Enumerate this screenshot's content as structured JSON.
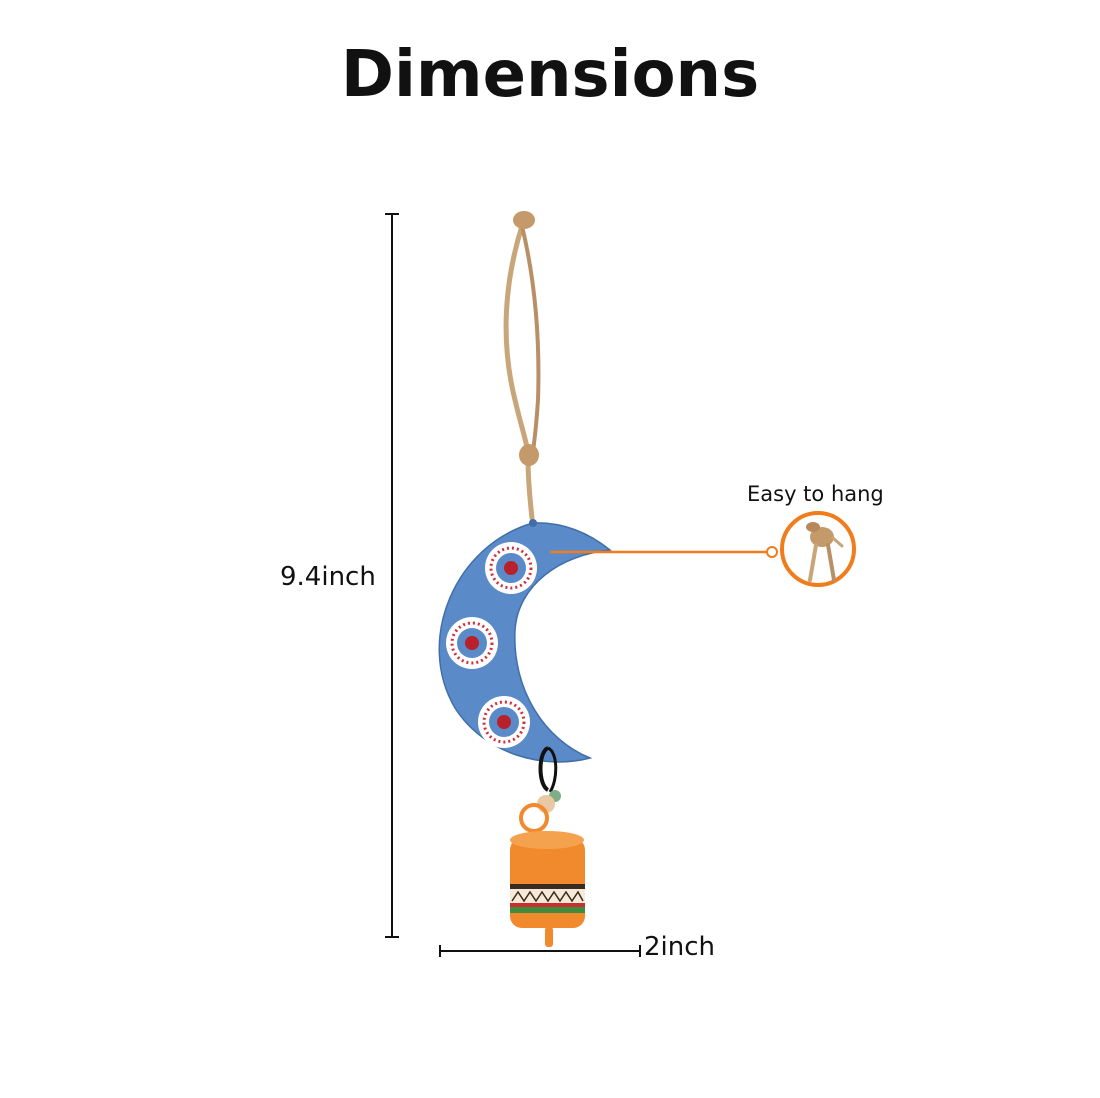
{
  "title": "Dimensions",
  "height_label": "9.4inch",
  "width_label": "2inch",
  "callout_label": "Easy to hang",
  "colors": {
    "moon": "#5b8ac8",
    "bell": "#f08a2c",
    "callout": "#f07c1c",
    "rope": "#c9a57a",
    "line": "#111111",
    "dot_red": "#b8202c"
  }
}
